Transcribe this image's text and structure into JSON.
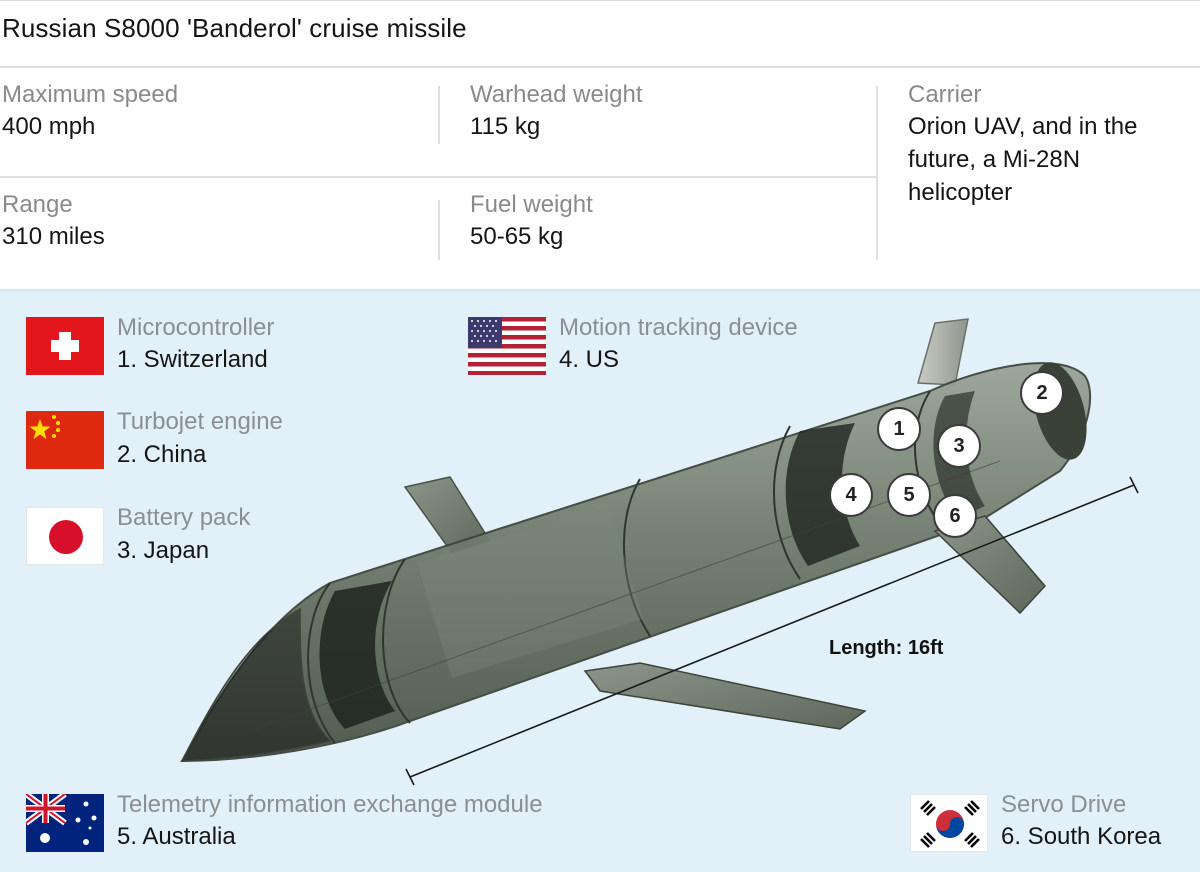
{
  "title": "Russian S8000 'Banderol' cruise missile",
  "specs": {
    "max_speed": {
      "label": "Maximum speed",
      "value": "400 mph"
    },
    "warhead": {
      "label": "Warhead weight",
      "value": "115 kg"
    },
    "range": {
      "label": "Range",
      "value": "310 miles"
    },
    "fuel": {
      "label": "Fuel weight",
      "value": "50-65 kg"
    },
    "carrier": {
      "label": "Carrier",
      "value_lines": [
        "Orion UAV, and in the",
        "future, a Mi-28N",
        "helicopter"
      ]
    }
  },
  "components": [
    {
      "part": "Microcontroller",
      "origin": "1. Switzerland",
      "flag": "switzerland-flag"
    },
    {
      "part": "Turbojet engine",
      "origin": "2. China",
      "flag": "china-flag"
    },
    {
      "part": "Battery pack",
      "origin": "3. Japan",
      "flag": "japan-flag"
    },
    {
      "part": "Motion tracking device",
      "origin": "4. US",
      "flag": "us-flag"
    },
    {
      "part": "Telemetry information exchange module",
      "origin": "5. Australia",
      "flag": "australia-flag"
    },
    {
      "part": "Servo Drive",
      "origin": "6. South Korea",
      "flag": "south-korea-flag"
    }
  ],
  "markers": [
    "1",
    "2",
    "3",
    "4",
    "5",
    "6"
  ],
  "length_label": "Length: 16ft",
  "colors": {
    "diagram_bg": "#e2f1f9",
    "label_gray": "#8a8a8a",
    "missile_body": "#6f7a6c"
  }
}
